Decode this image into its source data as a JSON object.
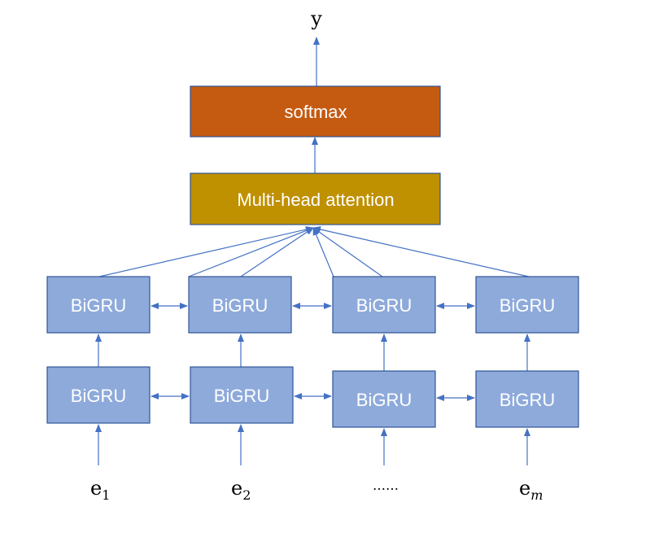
{
  "output_label": "y",
  "softmax": {
    "label": "softmax",
    "color": "#c55a11"
  },
  "attention": {
    "label": "Multi-head attention",
    "color": "#bf9000"
  },
  "bigru": {
    "label": "BiGRU",
    "color": "#8eaadb",
    "top_row": [
      "BiGRU",
      "BiGRU",
      "BiGRU",
      "BiGRU"
    ],
    "bottom_row": [
      "BiGRU",
      "BiGRU",
      "BiGRU",
      "BiGRU"
    ]
  },
  "inputs": [
    {
      "base": "e",
      "sub": "1"
    },
    {
      "base": "e",
      "sub": "2"
    },
    {
      "base": "……",
      "sub": ""
    },
    {
      "base": "e",
      "sub": "m"
    }
  ],
  "colors": {
    "arrow": "#4472c4",
    "border": "#2f5597"
  }
}
